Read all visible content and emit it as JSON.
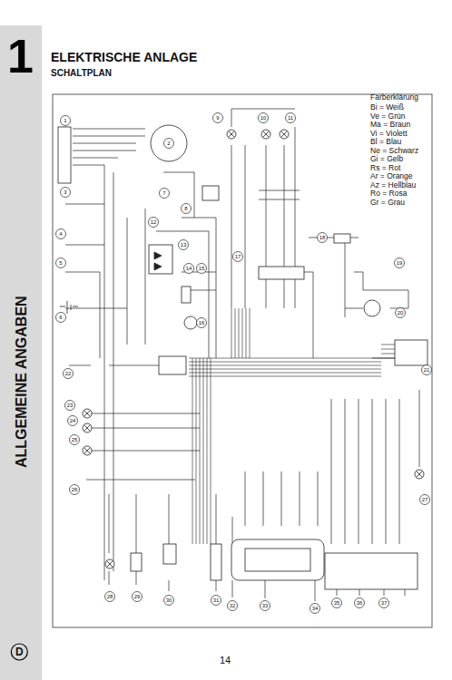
{
  "diagram": {
    "title": "ELEKTRISCHE ANLAGE",
    "labels": [
      "1",
      "SCHALTPLAN",
      "ALLGEMEINE ANGABEN",
      "D",
      "14",
      "Farberklärung",
      "Bi = Weiß",
      "Ve = Grün",
      "Ma = Braun",
      "Vi = Violett",
      "Bl = Blau",
      "Ne = Schwarz",
      "Gi = Gelb",
      "Rs = Rot",
      "Ar = Orange",
      "Az = Hellblau",
      "Ro = Rosa",
      "Gr = Grau",
      "1",
      "2",
      "3",
      "4",
      "5",
      "6",
      "7",
      "8",
      "9",
      "10",
      "11",
      "12",
      "13",
      "14",
      "15",
      "16",
      "17",
      "18",
      "19",
      "20",
      "21",
      "22",
      "23",
      "24",
      "25",
      "26",
      "27",
      "28",
      "29",
      "30",
      "31",
      "32",
      "33",
      "34",
      "35",
      "36",
      "37"
    ]
  }
}
